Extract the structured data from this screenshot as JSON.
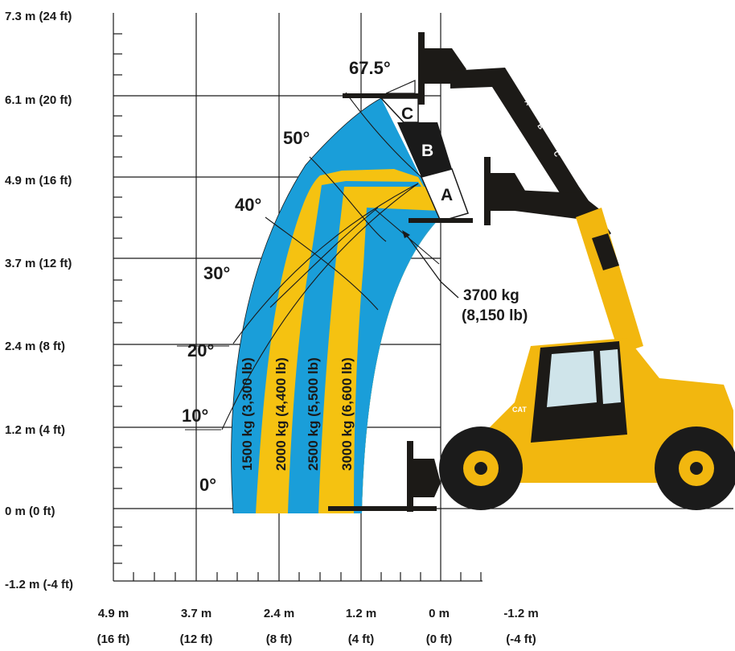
{
  "y_axis_labels": [
    {
      "text": "7.3 m (24 ft)",
      "value": 7.3
    },
    {
      "text": "6.1 m (20 ft)",
      "value": 6.1
    },
    {
      "text": "4.9 m (16 ft)",
      "value": 4.9
    },
    {
      "text": "3.7 m (12 ft)",
      "value": 3.7
    },
    {
      "text": "2.4 m (8 ft)",
      "value": 2.4
    },
    {
      "text": "1.2 m (4 ft)",
      "value": 1.2
    },
    {
      "text": "0 m (0 ft)",
      "value": 0
    },
    {
      "text": "-1.2 m (-4 ft)",
      "value": -1.2
    }
  ],
  "x_axis_labels": [
    {
      "metric": "4.9 m",
      "imperial": "(16 ft)",
      "value": 4.9
    },
    {
      "metric": "3.7 m",
      "imperial": "(12 ft)",
      "value": 3.7
    },
    {
      "metric": "2.4 m",
      "imperial": "(8 ft)",
      "value": 2.4
    },
    {
      "metric": "1.2 m",
      "imperial": "(4 ft)",
      "value": 1.2
    },
    {
      "metric": "0 m",
      "imperial": "(0 ft)",
      "value": 0
    },
    {
      "metric": "-1.2 m",
      "imperial": "(-4 ft)",
      "value": -1.2
    }
  ],
  "angles": [
    "67.5°",
    "50°",
    "40°",
    "30°",
    "20°",
    "10°",
    "0°"
  ],
  "load_bands": [
    {
      "label": "1500 kg (3,300 lb)",
      "color": "#1a9ed9"
    },
    {
      "label": "2000 kg (4,400 lb)",
      "color": "#f5c211"
    },
    {
      "label": "2500 kg (5,500 lb)",
      "color": "#1a9ed9"
    },
    {
      "label": "3000 kg (6,600 lb)",
      "color": "#f5c211"
    }
  ],
  "max_capacity": {
    "line1": "3700 kg",
    "line2": "(8,150 lb)",
    "color": "#1a9ed9"
  },
  "boom_zones": [
    {
      "label": "C",
      "fill": "#ffffff",
      "text_color": "#1a1a1a"
    },
    {
      "label": "B",
      "fill": "#1a1a1a",
      "text_color": "#ffffff"
    },
    {
      "label": "A",
      "fill": "#ffffff",
      "text_color": "#1a1a1a"
    }
  ],
  "boom_markings": [
    "A",
    "B",
    "C"
  ],
  "machine": {
    "brand": "CAT",
    "body_color": "#f2b70f",
    "boom_color": "#1c1a17",
    "wheel_color": "#1b1b1b"
  }
}
